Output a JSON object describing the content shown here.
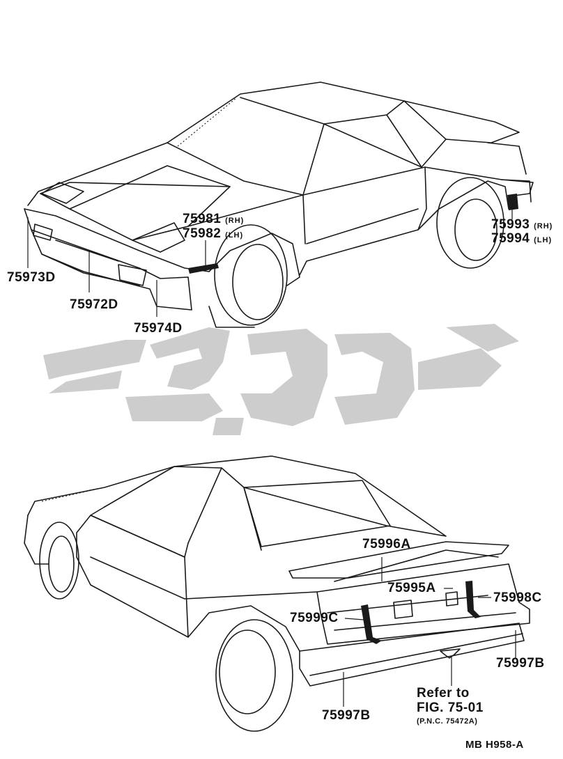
{
  "watermark": {
    "text": "تویوپارت",
    "color": "#c8c8c8"
  },
  "front_view": {
    "callouts": [
      {
        "id": "75981",
        "part": "75981",
        "side": "(RH)"
      },
      {
        "id": "75982",
        "part": "75982",
        "side": "(LH)"
      },
      {
        "id": "75993",
        "part": "75993",
        "side": "(RH)"
      },
      {
        "id": "75994",
        "part": "75994",
        "side": "(LH)"
      },
      {
        "id": "75973D",
        "part": "75973D"
      },
      {
        "id": "75972D",
        "part": "75972D"
      },
      {
        "id": "75974D",
        "part": "75974D"
      }
    ]
  },
  "rear_view": {
    "callouts": [
      {
        "id": "75996A",
        "part": "75996A"
      },
      {
        "id": "75995A",
        "part": "75995A"
      },
      {
        "id": "75998C",
        "part": "75998C"
      },
      {
        "id": "75999C",
        "part": "75999C"
      },
      {
        "id": "75997B_right",
        "part": "75997B"
      },
      {
        "id": "75997B_bottom",
        "part": "75997B"
      }
    ],
    "reference": {
      "line1": "Refer to",
      "line2": "FIG. 75-01",
      "line3": "(P.N.C. 75472A)"
    }
  },
  "footer": {
    "code": "MB  H958-A"
  }
}
